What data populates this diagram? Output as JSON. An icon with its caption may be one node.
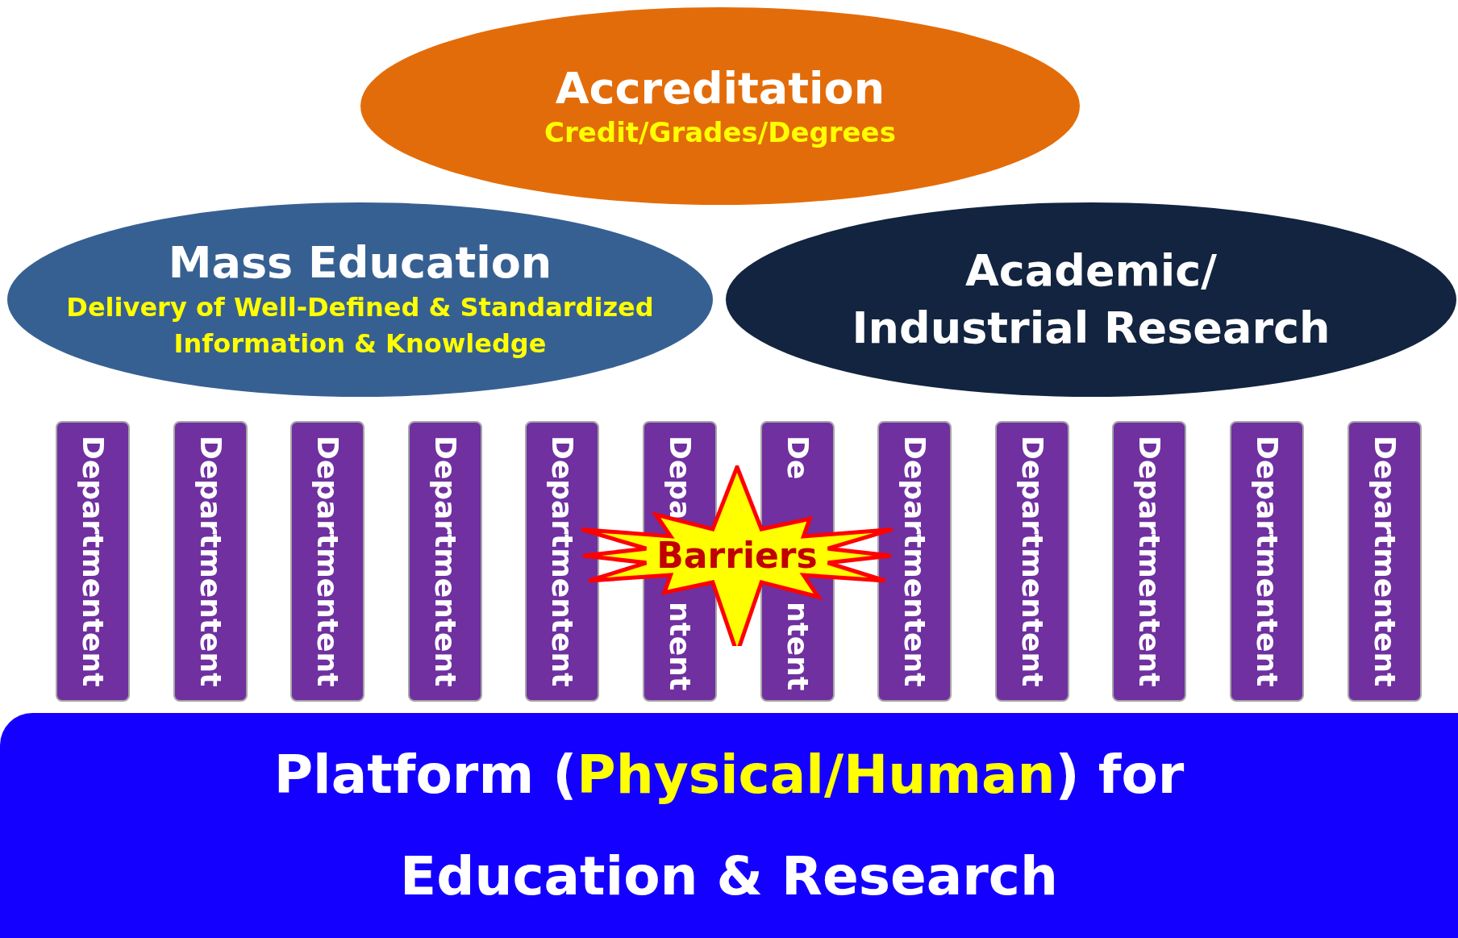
{
  "diagram": {
    "nodes": [
      {
        "text": [
          "Accreditation",
          "Credit/Grades/Degrees"
        ]
      },
      {
        "text": [
          "Mass Education",
          "Delivery of Well-Defined & Standardized Information & Knowledge"
        ]
      },
      {
        "text": [
          "Academic/ Industrial Research"
        ]
      },
      {
        "text": [
          "Departmentent"
        ]
      },
      {
        "text": [
          "Departmentent"
        ]
      },
      {
        "text": [
          "Departmentent"
        ]
      },
      {
        "text": [
          "Departmentent"
        ]
      },
      {
        "text": [
          "Departmentent"
        ]
      },
      {
        "text": [
          "Depa",
          "ntent"
        ]
      },
      {
        "text": [
          "De",
          "ntent"
        ]
      },
      {
        "text": [
          "Departmentent"
        ]
      },
      {
        "text": [
          "Departmentent"
        ]
      },
      {
        "text": [
          "Departmentent"
        ]
      },
      {
        "text": [
          "Departmentent"
        ]
      },
      {
        "text": [
          "Departmentent"
        ]
      },
      {
        "text": [
          "Barriers"
        ]
      },
      {
        "text": [
          "Platform (**Physical/Human**) for Education & Research"
        ]
      }
    ]
  }
}
